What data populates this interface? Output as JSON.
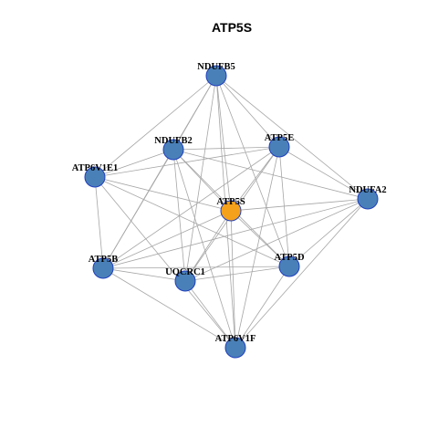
{
  "title": "ATP5S",
  "colors": {
    "hub": "#f5a11c",
    "node": "#4a80b8",
    "node_border": "#1f3fbf",
    "edge": "#a6a6a6"
  },
  "nodes": [
    {
      "id": "NDUFB5",
      "label": "NDUFB5",
      "hub": false
    },
    {
      "id": "NDUFB2",
      "label": "NDUFB2",
      "hub": false
    },
    {
      "id": "ATP5E",
      "label": "ATP5E",
      "hub": false
    },
    {
      "id": "ATP6V1E1",
      "label": "ATP6V1E1",
      "hub": false
    },
    {
      "id": "NDUFA2",
      "label": "NDUFA2",
      "hub": false
    },
    {
      "id": "ATP5S",
      "label": "ATP5S",
      "hub": true
    },
    {
      "id": "ATP5B",
      "label": "ATP5B",
      "hub": false
    },
    {
      "id": "ATP5D",
      "label": "ATP5D",
      "hub": false
    },
    {
      "id": "UQCRC1",
      "label": "UQCRC1",
      "hub": false
    },
    {
      "id": "ATP6V1F",
      "label": "ATP6V1F",
      "hub": false
    }
  ],
  "edges": [
    [
      "NDUFB5",
      "NDUFB2"
    ],
    [
      "NDUFB5",
      "ATP5E"
    ],
    [
      "NDUFB5",
      "ATP6V1E1"
    ],
    [
      "NDUFB5",
      "NDUFA2"
    ],
    [
      "NDUFB5",
      "ATP5S"
    ],
    [
      "NDUFB5",
      "ATP5B"
    ],
    [
      "NDUFB5",
      "ATP5D"
    ],
    [
      "NDUFB5",
      "UQCRC1"
    ],
    [
      "NDUFB5",
      "ATP6V1F"
    ],
    [
      "NDUFB2",
      "ATP5E"
    ],
    [
      "NDUFB2",
      "ATP6V1E1"
    ],
    [
      "NDUFB2",
      "NDUFA2"
    ],
    [
      "NDUFB2",
      "ATP5S"
    ],
    [
      "NDUFB2",
      "ATP5B"
    ],
    [
      "NDUFB2",
      "ATP5D"
    ],
    [
      "NDUFB2",
      "UQCRC1"
    ],
    [
      "NDUFB2",
      "ATP6V1F"
    ],
    [
      "ATP5E",
      "ATP6V1E1"
    ],
    [
      "ATP5E",
      "NDUFA2"
    ],
    [
      "ATP5E",
      "ATP5S"
    ],
    [
      "ATP5E",
      "ATP5B"
    ],
    [
      "ATP5E",
      "ATP5D"
    ],
    [
      "ATP5E",
      "UQCRC1"
    ],
    [
      "ATP5E",
      "ATP6V1F"
    ],
    [
      "ATP6V1E1",
      "ATP5S"
    ],
    [
      "ATP6V1E1",
      "ATP5B"
    ],
    [
      "ATP6V1E1",
      "ATP5D"
    ],
    [
      "ATP6V1E1",
      "ATP6V1F"
    ],
    [
      "NDUFA2",
      "ATP5S"
    ],
    [
      "NDUFA2",
      "ATP5B"
    ],
    [
      "NDUFA2",
      "ATP5D"
    ],
    [
      "NDUFA2",
      "UQCRC1"
    ],
    [
      "NDUFA2",
      "ATP6V1F"
    ],
    [
      "ATP5S",
      "ATP5B"
    ],
    [
      "ATP5S",
      "ATP5D"
    ],
    [
      "ATP5S",
      "UQCRC1"
    ],
    [
      "ATP5S",
      "ATP6V1F"
    ],
    [
      "ATP5B",
      "ATP5D"
    ],
    [
      "ATP5B",
      "UQCRC1"
    ],
    [
      "ATP5B",
      "ATP6V1F"
    ],
    [
      "ATP5D",
      "UQCRC1"
    ],
    [
      "ATP5D",
      "ATP6V1F"
    ],
    [
      "UQCRC1",
      "ATP6V1F"
    ]
  ]
}
